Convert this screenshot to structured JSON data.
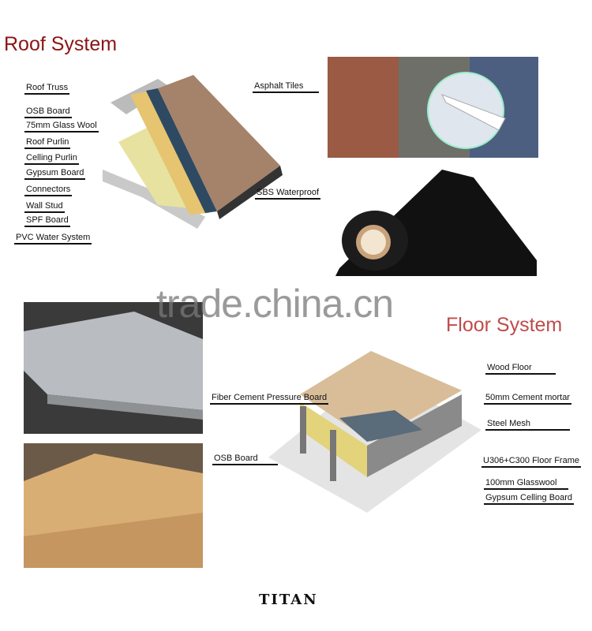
{
  "roof": {
    "title": "Roof System",
    "labels": [
      "Roof Truss",
      "OSB Board",
      "75mm Glass Wool",
      "Roof Purlin",
      "Celling Purlin",
      "Gypsum Board",
      "Connectors",
      "Wall Stud",
      "SPF Board",
      "PVC Water System",
      "Asphalt Tiles",
      "SBS Waterproof"
    ]
  },
  "floor": {
    "title": "Floor System",
    "labels": [
      "Wood Floor",
      "50mm Cement mortar",
      "Steel Mesh",
      "U306+C300 Floor Frame",
      "100mm Glasswool",
      "Gypsum Celling Board",
      "Fiber Cement Pressure Board",
      "OSB Board"
    ]
  },
  "watermark": "trade.china.cn",
  "brand": "TITAN"
}
